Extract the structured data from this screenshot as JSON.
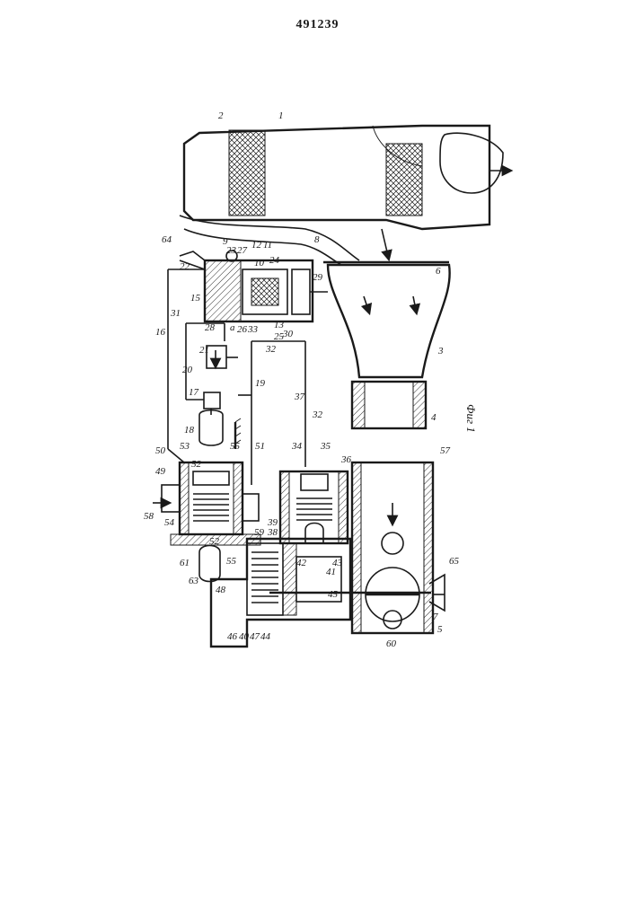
{
  "document": {
    "number": "491239",
    "figure_caption": "Фиг 1"
  },
  "callouts": [
    {
      "id": "2",
      "text": "2"
    },
    {
      "id": "1",
      "text": "1"
    },
    {
      "id": "64",
      "text": "64"
    },
    {
      "id": "9a",
      "text": "9"
    },
    {
      "id": "23",
      "text": "23"
    },
    {
      "id": "27",
      "text": "27"
    },
    {
      "id": "12",
      "text": "12"
    },
    {
      "id": "11",
      "text": "11"
    },
    {
      "id": "10",
      "text": "10"
    },
    {
      "id": "24",
      "text": "24"
    },
    {
      "id": "22",
      "text": "22"
    },
    {
      "id": "15",
      "text": "15"
    },
    {
      "id": "8",
      "text": "8"
    },
    {
      "id": "6",
      "text": "6"
    },
    {
      "id": "29",
      "text": "29"
    },
    {
      "id": "31",
      "text": "31"
    },
    {
      "id": "16",
      "text": "16"
    },
    {
      "id": "28",
      "text": "28"
    },
    {
      "id": "a",
      "text": "a"
    },
    {
      "id": "26",
      "text": "26"
    },
    {
      "id": "33",
      "text": "33"
    },
    {
      "id": "13",
      "text": "13"
    },
    {
      "id": "25",
      "text": "25"
    },
    {
      "id": "30",
      "text": "30"
    },
    {
      "id": "32a",
      "text": "32"
    },
    {
      "id": "21",
      "text": "21"
    },
    {
      "id": "20",
      "text": "20"
    },
    {
      "id": "19",
      "text": "19"
    },
    {
      "id": "17",
      "text": "17"
    },
    {
      "id": "18",
      "text": "18"
    },
    {
      "id": "3",
      "text": "3"
    },
    {
      "id": "37",
      "text": "37"
    },
    {
      "id": "32b",
      "text": "32"
    },
    {
      "id": "4",
      "text": "4"
    },
    {
      "id": "50",
      "text": "50"
    },
    {
      "id": "49",
      "text": "49"
    },
    {
      "id": "53",
      "text": "53"
    },
    {
      "id": "55a",
      "text": "55"
    },
    {
      "id": "51",
      "text": "51"
    },
    {
      "id": "34",
      "text": "34"
    },
    {
      "id": "35",
      "text": "35"
    },
    {
      "id": "36",
      "text": "36"
    },
    {
      "id": "57",
      "text": "57"
    },
    {
      "id": "58",
      "text": "58"
    },
    {
      "id": "54",
      "text": "54"
    },
    {
      "id": "52a",
      "text": "52"
    },
    {
      "id": "52b",
      "text": "52"
    },
    {
      "id": "39",
      "text": "39"
    },
    {
      "id": "38",
      "text": "38"
    },
    {
      "id": "59",
      "text": "59"
    },
    {
      "id": "61",
      "text": "61"
    },
    {
      "id": "63",
      "text": "63"
    },
    {
      "id": "55b",
      "text": "55"
    },
    {
      "id": "48",
      "text": "48"
    },
    {
      "id": "42",
      "text": "42"
    },
    {
      "id": "41",
      "text": "41"
    },
    {
      "id": "43",
      "text": "43"
    },
    {
      "id": "46",
      "text": "46"
    },
    {
      "id": "40",
      "text": "40"
    },
    {
      "id": "47",
      "text": "47"
    },
    {
      "id": "44",
      "text": "44"
    },
    {
      "id": "45",
      "text": "45"
    },
    {
      "id": "7",
      "text": "7"
    },
    {
      "id": "65",
      "text": "65"
    },
    {
      "id": "5",
      "text": "5"
    },
    {
      "id": "60",
      "text": "60"
    }
  ],
  "colors": {
    "ink": "#1a1a1a",
    "paper": "#ffffff"
  }
}
